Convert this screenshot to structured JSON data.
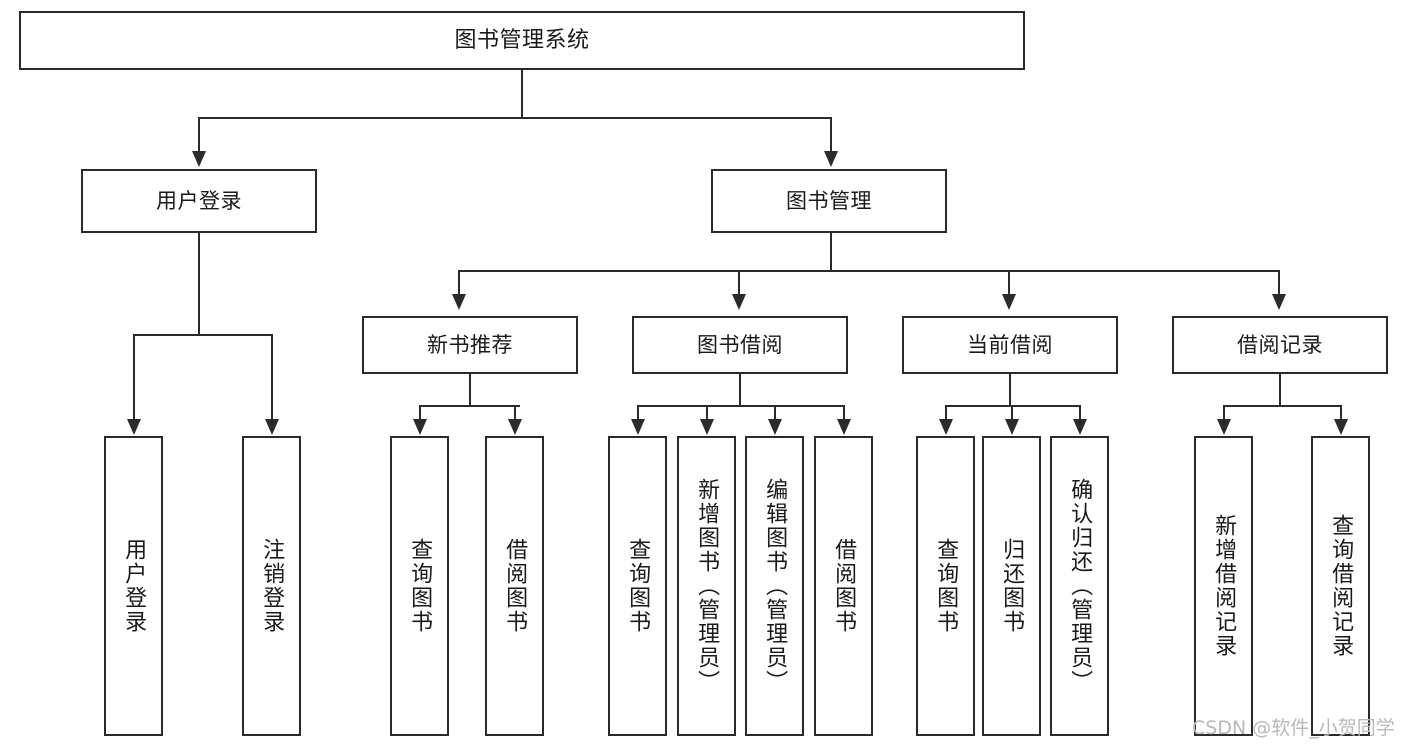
{
  "diagram": {
    "title": "图书管理系统",
    "type": "hierarchy-tree",
    "watermark": "CSDN @软件_小贺同学",
    "colors": {
      "stroke": "#2b2b2b",
      "fill": "#ffffff",
      "text": "#1a1a1a",
      "watermark": "#b9b9b9"
    },
    "levels": {
      "root": {
        "label": "图书管理系统"
      },
      "level2": [
        {
          "label": "用户登录"
        },
        {
          "label": "图书管理"
        }
      ],
      "level3": [
        {
          "label": "新书推荐"
        },
        {
          "label": "图书借阅"
        },
        {
          "label": "当前借阅"
        },
        {
          "label": "借阅记录"
        }
      ],
      "leaves": {
        "user_login": [
          {
            "label": "用户登录"
          },
          {
            "label": "注销登录"
          }
        ],
        "new_book_rec": [
          {
            "label": "查询图书"
          },
          {
            "label": "借阅图书"
          }
        ],
        "book_borrow": [
          {
            "label": "查询图书"
          },
          {
            "label": "新增图书（管理员）"
          },
          {
            "label": "编辑图书（管理员）"
          },
          {
            "label": "借阅图书"
          }
        ],
        "current_borrow": [
          {
            "label": "查询图书"
          },
          {
            "label": "归还图书"
          },
          {
            "label": "确认归还（管理员）"
          }
        ],
        "borrow_record": [
          {
            "label": "新增借阅记录"
          },
          {
            "label": "查询借阅记录"
          }
        ]
      }
    }
  }
}
